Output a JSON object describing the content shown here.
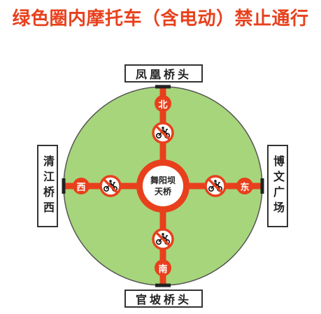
{
  "title": "绿色圈内摩托车（含电动）禁止通行",
  "colors": {
    "title": "#e8401c",
    "zone_fill": "#a7d57b",
    "road": "#e8401c",
    "ring_border": "#333333",
    "sign_red": "#e8401c"
  },
  "places": {
    "north": "凤凰桥头",
    "south": "官坡桥头",
    "west": "清江桥西",
    "east": "博文广场"
  },
  "directions": {
    "north": "北",
    "south": "南",
    "west": "西",
    "east": "东"
  },
  "center": {
    "line1": "舞阳坝",
    "line2": "天桥"
  },
  "icons": [
    "no-motorcycle-icon"
  ]
}
